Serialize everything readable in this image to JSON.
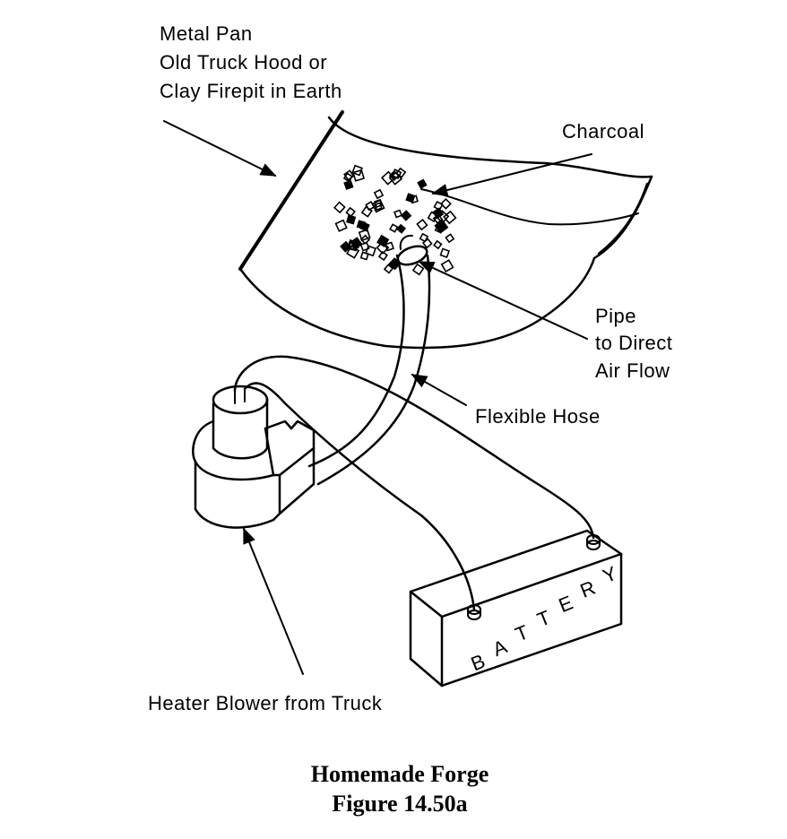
{
  "labels": {
    "pan_line1": "Metal Pan",
    "pan_line2": "Old Truck Hood or",
    "pan_line3": "Clay Firepit in Earth",
    "charcoal": "Charcoal",
    "pipe_line1": "Pipe",
    "pipe_line2": "to Direct",
    "pipe_line3": "Air Flow",
    "hose": "Flexible Hose",
    "blower": "Heater Blower from  Truck"
  },
  "battery_letters": [
    "B",
    "A",
    "T",
    "T",
    "E",
    "R",
    "Y"
  ],
  "caption": {
    "title": "Homemade Forge",
    "figure": "Figure 14.50a"
  }
}
